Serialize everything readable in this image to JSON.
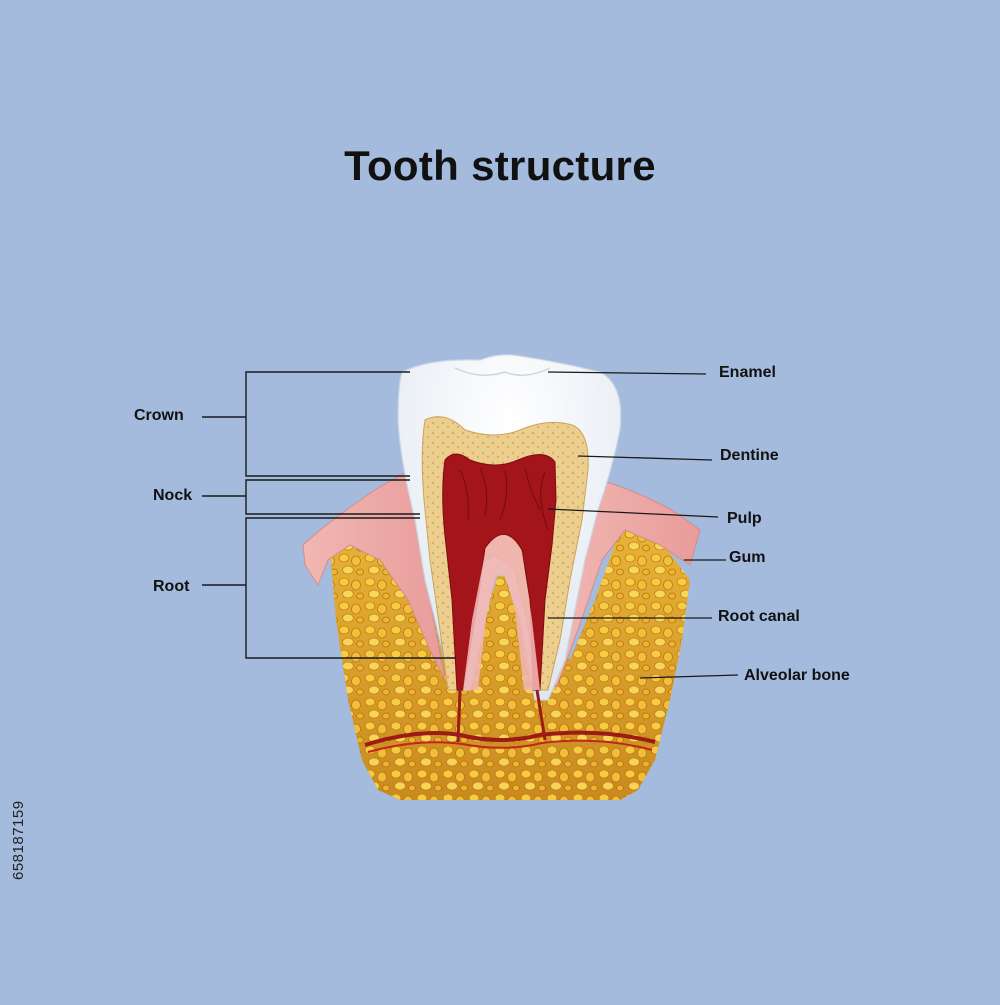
{
  "title": "Tooth structure",
  "left_labels": {
    "crown": "Crown",
    "nock": "Nock",
    "root": "Root"
  },
  "right_labels": {
    "enamel": "Enamel",
    "dentine": "Dentine",
    "pulp": "Pulp",
    "gum": "Gum",
    "root_canal": "Root canal",
    "alveolar_bone": "Alveolar bone"
  },
  "side_id": "658187159",
  "colors": {
    "background": "#a4bbde",
    "enamel": "#f3f6fa",
    "dentine": "#e9c98a",
    "pulp": "#a3141b",
    "gum": "#e9a7a5",
    "bone": "#e2a72a",
    "vessel": "#9c1b16"
  }
}
